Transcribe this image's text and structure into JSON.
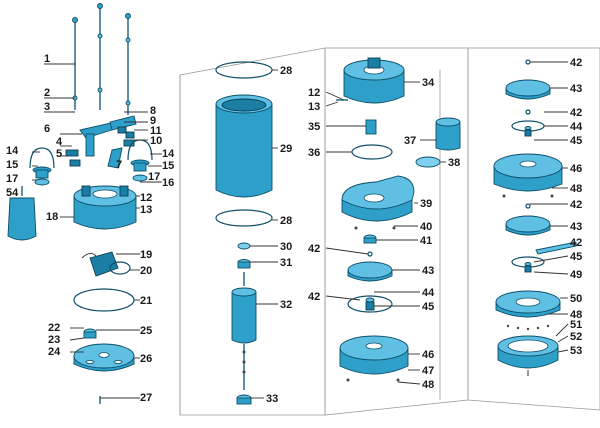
{
  "diagram": {
    "part_numbers": [
      "1",
      "2",
      "3",
      "4",
      "5",
      "6",
      "7",
      "8",
      "9",
      "10",
      "11",
      "12",
      "13",
      "14",
      "15",
      "16",
      "17",
      "18",
      "19",
      "20",
      "21",
      "22",
      "23",
      "24",
      "25",
      "26",
      "27",
      "28",
      "29",
      "30",
      "31",
      "32",
      "33",
      "34",
      "35",
      "36",
      "37",
      "38",
      "39",
      "40",
      "41",
      "42",
      "43",
      "44",
      "45",
      "46",
      "47",
      "48",
      "49",
      "50",
      "51",
      "52",
      "53",
      "54"
    ]
  }
}
